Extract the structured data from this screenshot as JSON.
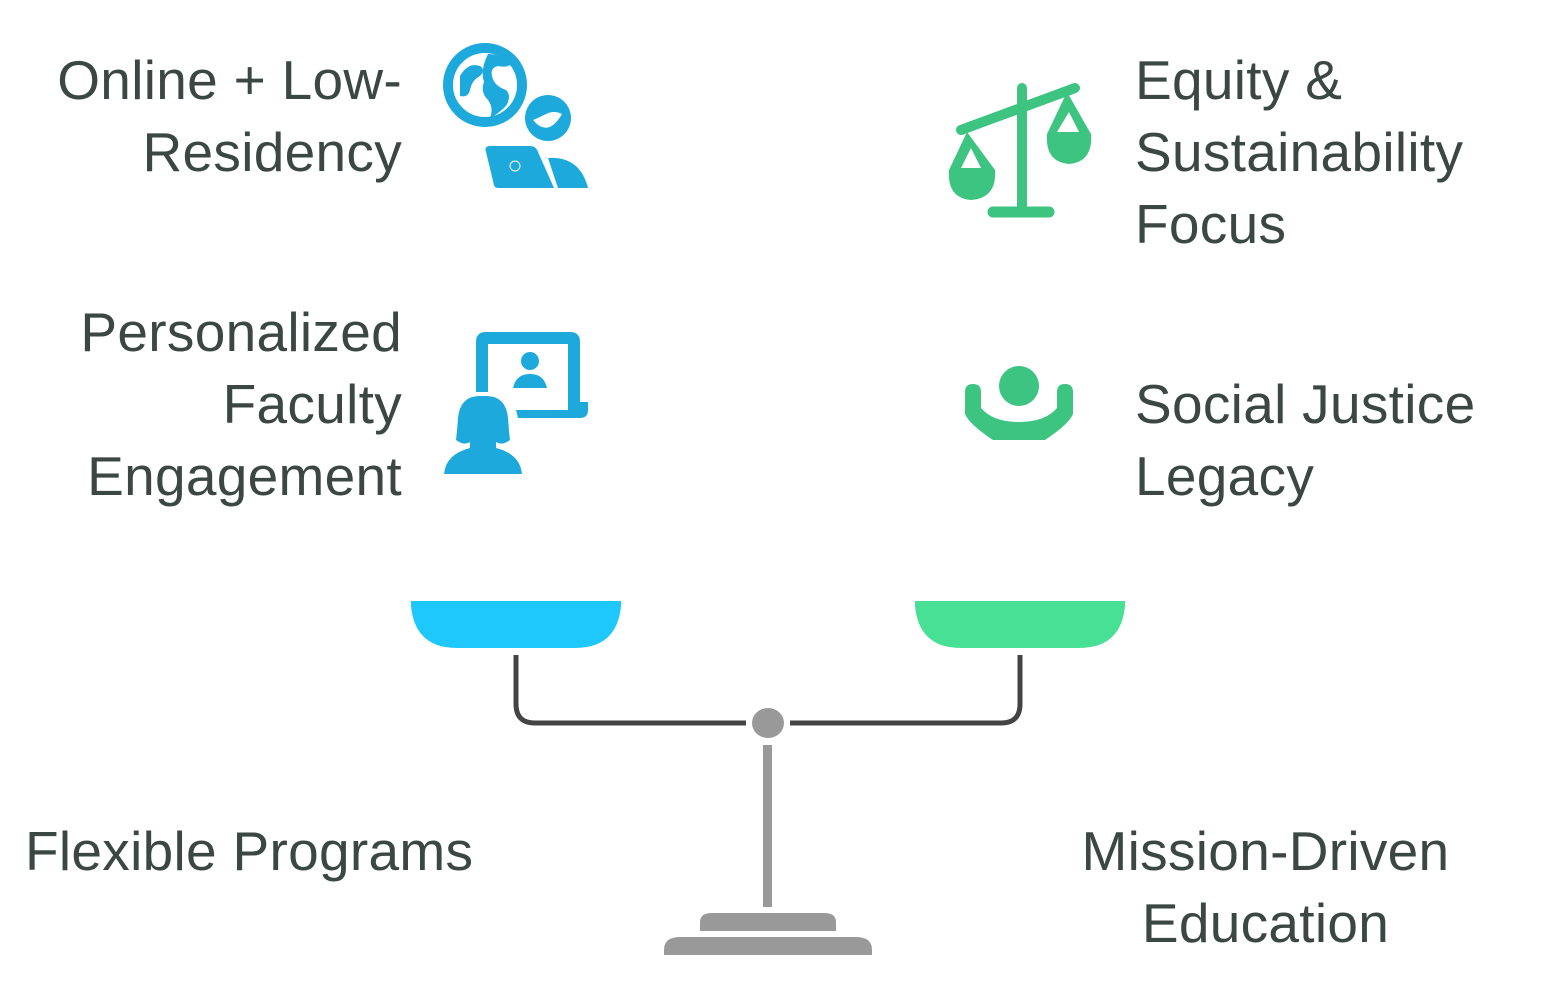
{
  "diagram": {
    "type": "balance-scale-comparison",
    "colors": {
      "text": "#3a4743",
      "left_accent": "#1ec8fc",
      "left_icon": "#1ea9dd",
      "right_accent": "#47e094",
      "right_icon": "#3cc480",
      "beam": "#444444",
      "stand": "#999999"
    },
    "left": {
      "category": {
        "lines": [
          "Flexible Programs"
        ]
      },
      "items": [
        {
          "lines": [
            "Online + Low-",
            "Residency"
          ],
          "icon": "globe-person-laptop-icon"
        },
        {
          "lines": [
            "Personalized",
            "Faculty",
            "Engagement"
          ],
          "icon": "video-call-person-icon"
        }
      ]
    },
    "right": {
      "category": {
        "lines": [
          "Mission-Driven",
          "Education"
        ]
      },
      "items": [
        {
          "lines": [
            "Equity &",
            "Sustainability",
            "Focus"
          ],
          "icon": "scales-of-justice-icon"
        },
        {
          "lines": [
            "Social Justice",
            "Legacy"
          ],
          "icon": "winner-ribbon-person-icon"
        }
      ]
    }
  }
}
